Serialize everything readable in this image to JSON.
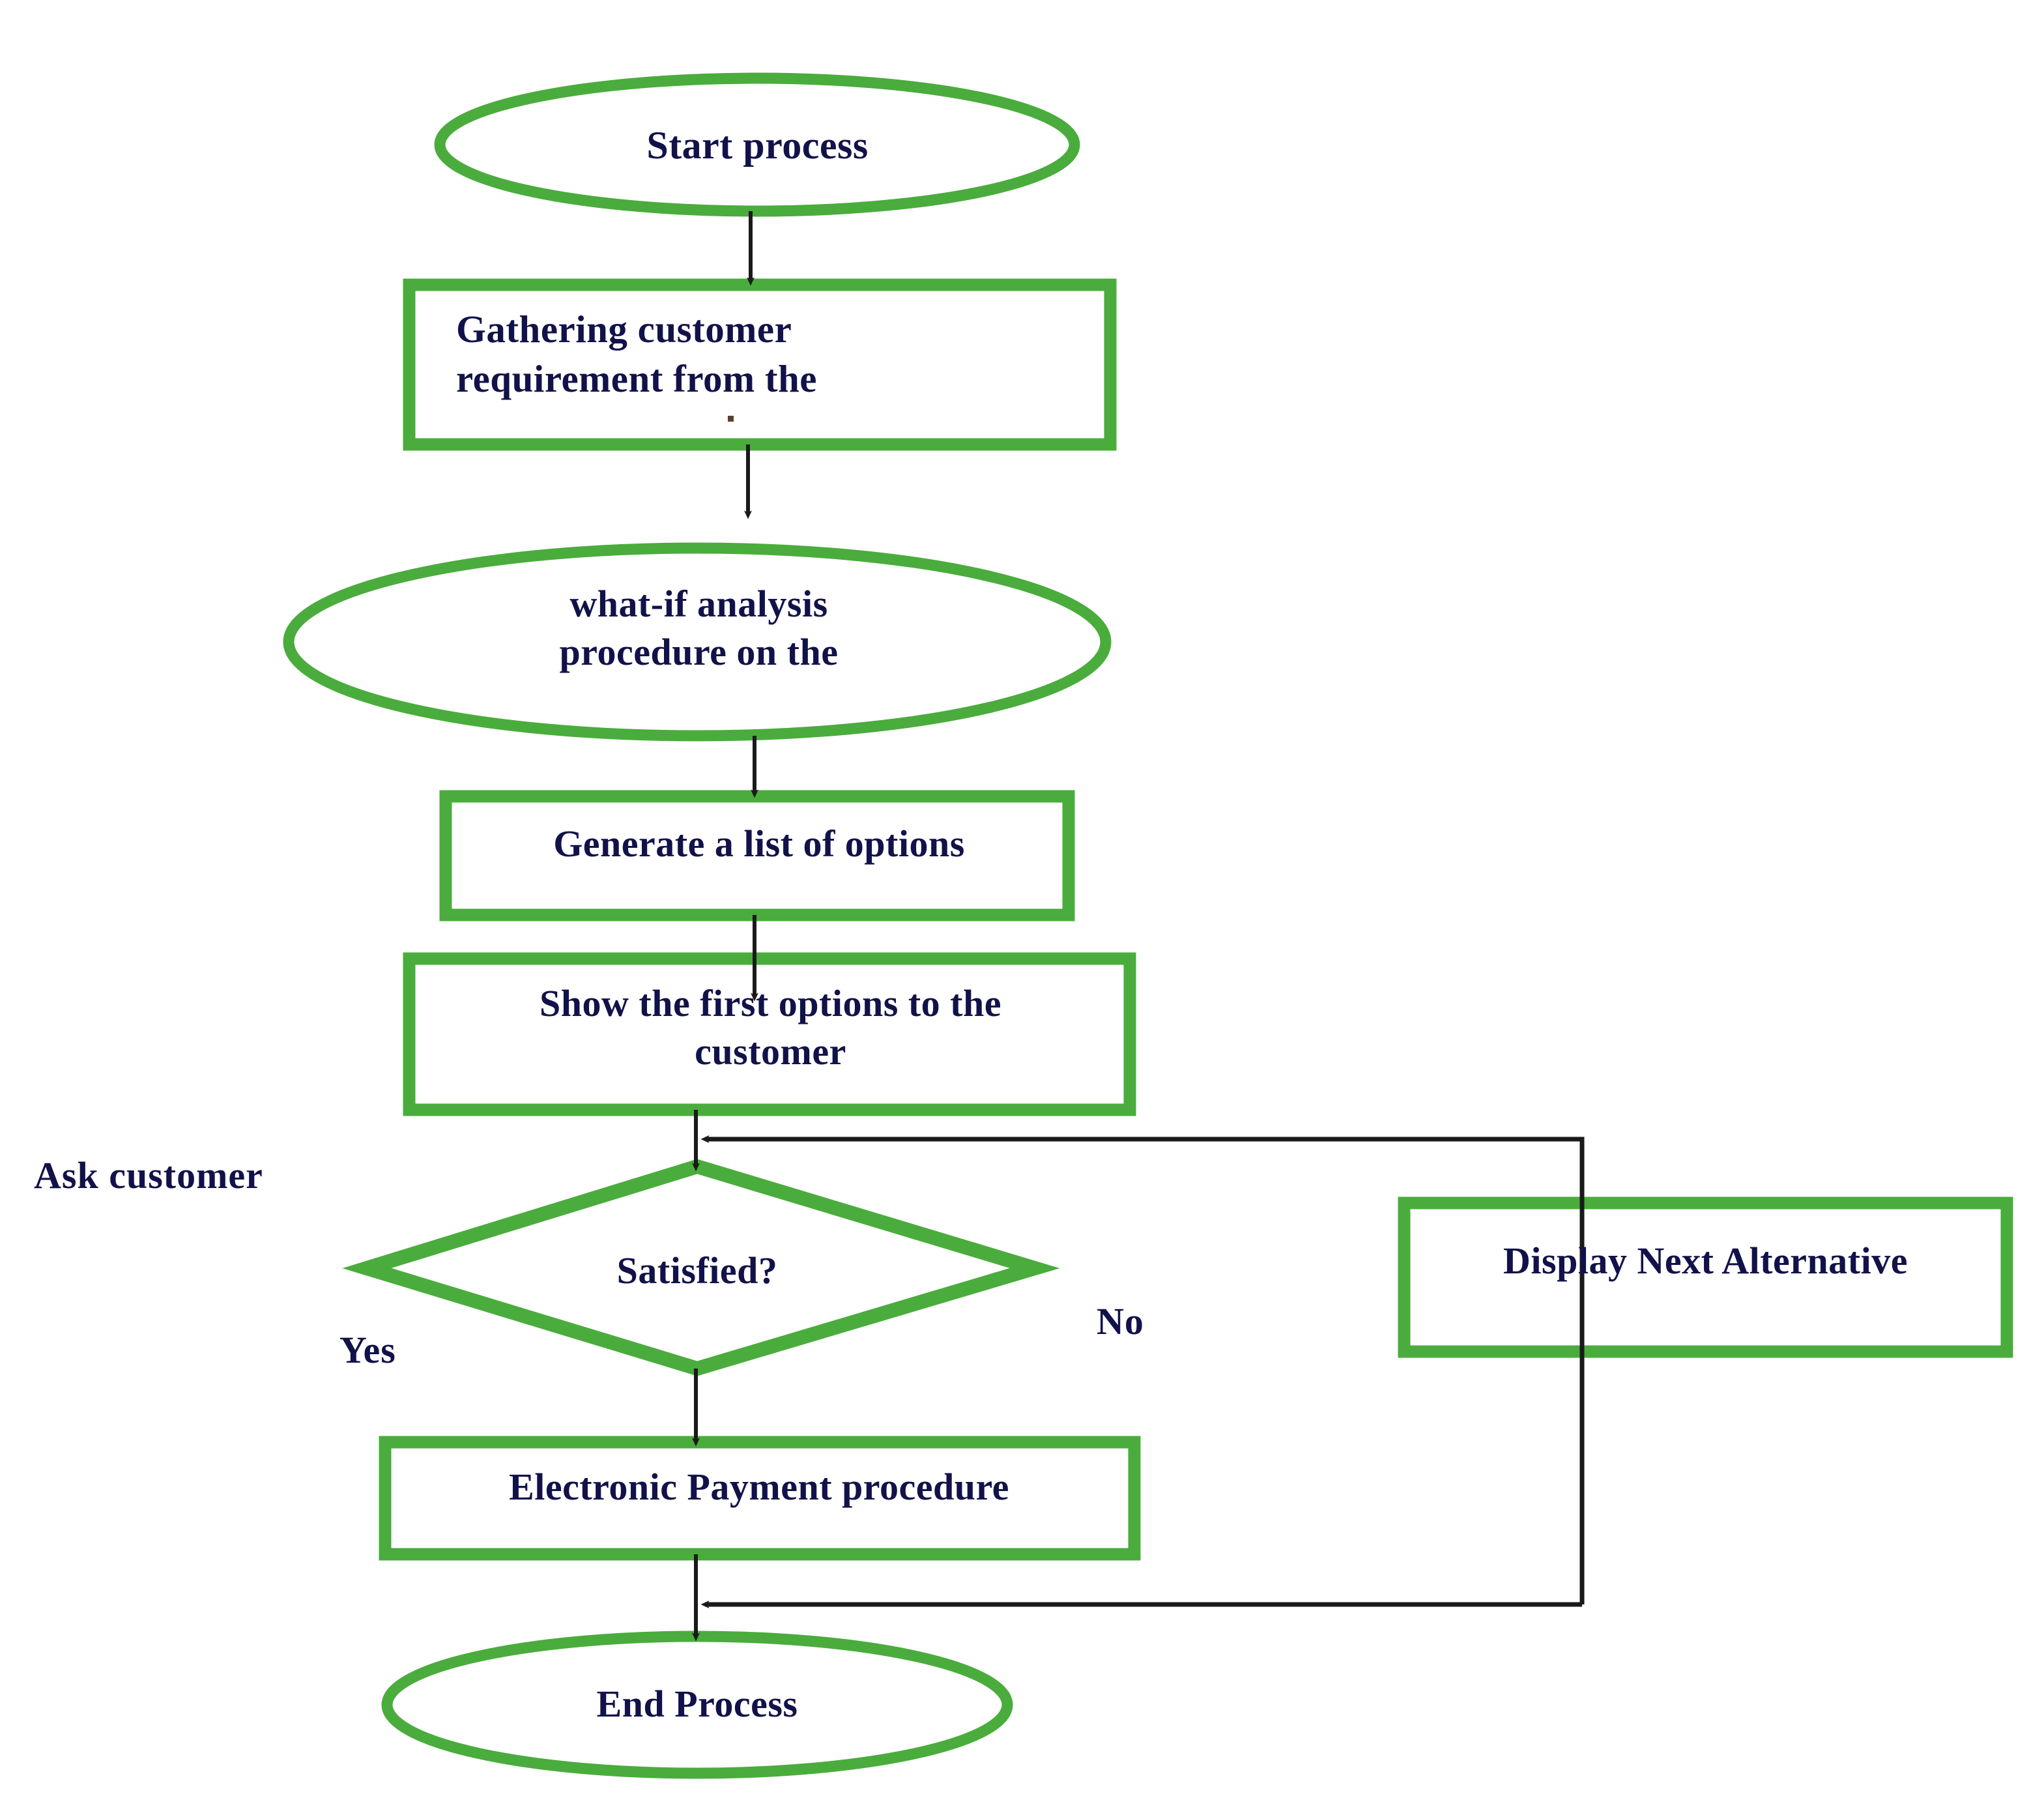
{
  "diagram": {
    "title": "Customer what-if analysis purchase flowchart",
    "shape_border_color": "#4aac3c",
    "connector_color": "#000000",
    "text_color": "#12124a",
    "background_color": "#ffffff"
  },
  "nodes": [
    {
      "id": "start",
      "type": "terminator",
      "shape": "ellipse",
      "label": "Start process",
      "align": "center"
    },
    {
      "id": "gather",
      "type": "process",
      "shape": "rectangle",
      "label": "Gathering customer\nrequirement from the",
      "align": "left"
    },
    {
      "id": "whatif",
      "type": "process",
      "shape": "ellipse",
      "label": "what-if analysis\nprocedure on the",
      "align": "center"
    },
    {
      "id": "generate",
      "type": "process",
      "shape": "rectangle",
      "label": "Generate a list of options",
      "align": "center"
    },
    {
      "id": "show_first",
      "type": "process",
      "shape": "rectangle",
      "label": "Show the first options to the\ncustomer",
      "align": "center"
    },
    {
      "id": "satisfied",
      "type": "decision",
      "shape": "diamond",
      "label": "Satisfied?",
      "align": "center"
    },
    {
      "id": "display_next",
      "type": "process",
      "shape": "rectangle",
      "label": "Display Next Alternative",
      "align": "center"
    },
    {
      "id": "payment",
      "type": "process",
      "shape": "rectangle",
      "label": "Electronic Payment procedure",
      "align": "center"
    },
    {
      "id": "end",
      "type": "terminator",
      "shape": "ellipse",
      "label": "End Process",
      "align": "center"
    }
  ],
  "edge_labels": [
    {
      "id": "ask_customer",
      "text": "Ask customer"
    },
    {
      "id": "yes",
      "text": "Yes"
    },
    {
      "id": "no",
      "text": "No"
    }
  ],
  "edges": [
    {
      "from": "start",
      "to": "gather",
      "label": ""
    },
    {
      "from": "gather",
      "to": "whatif",
      "label": ""
    },
    {
      "from": "whatif",
      "to": "generate",
      "label": ""
    },
    {
      "from": "generate",
      "to": "show_first",
      "label": ""
    },
    {
      "from": "show_first",
      "to": "satisfied",
      "label": "Ask customer"
    },
    {
      "from": "satisfied",
      "to": "payment",
      "label": "Yes"
    },
    {
      "from": "satisfied",
      "to": "display_next",
      "label": "No"
    },
    {
      "from": "display_next",
      "to": "satisfied",
      "label": ""
    },
    {
      "from": "display_next",
      "to": "end",
      "label": ""
    },
    {
      "from": "payment",
      "to": "end",
      "label": ""
    }
  ]
}
